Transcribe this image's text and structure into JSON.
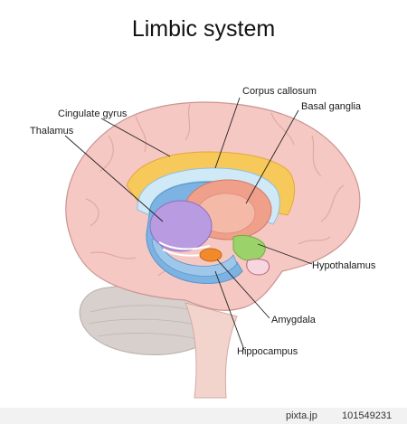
{
  "title": "Limbic system",
  "labels": {
    "corpus_callosum": "Corpus callosum",
    "basal_ganglia": "Basal ganglia",
    "cingulate_gyrus": "Cingulate gyrus",
    "thalamus": "Thalamus",
    "hypothalamus": "Hypothalamus",
    "amygdala": "Amygdala",
    "hippocampus": "Hippocampus"
  },
  "footer": {
    "source": "pixta.jp",
    "image_number": "101549231"
  },
  "colors": {
    "brain": "#f6c8c3",
    "brain_outline": "#c99590",
    "cingulate": "#f7c85a",
    "corpus_callosum": "#cfe9f7",
    "ventricle": "#7cb3e3",
    "thalamus": "#b89be0",
    "basal_ganglia": "#f0a08a",
    "hypothalamus": "#9bd36a",
    "amygdala": "#f08a2a",
    "cerebellum": "#d7d0cd",
    "brainstem": "#f3d4cd"
  }
}
